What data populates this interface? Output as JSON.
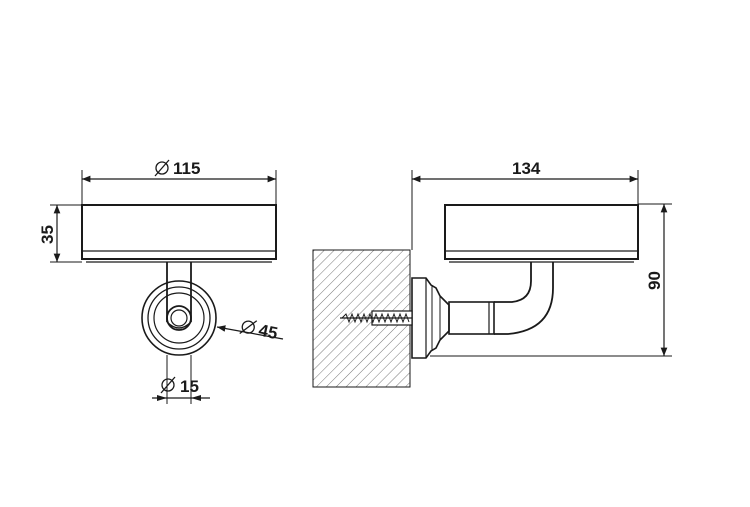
{
  "drawing": {
    "dimensions": {
      "front_width_value": "115",
      "front_height_value": "35",
      "rosette_diameter_value": "45",
      "arm_diameter_value": "15",
      "side_depth_value": "134",
      "side_height_value": "90"
    }
  }
}
